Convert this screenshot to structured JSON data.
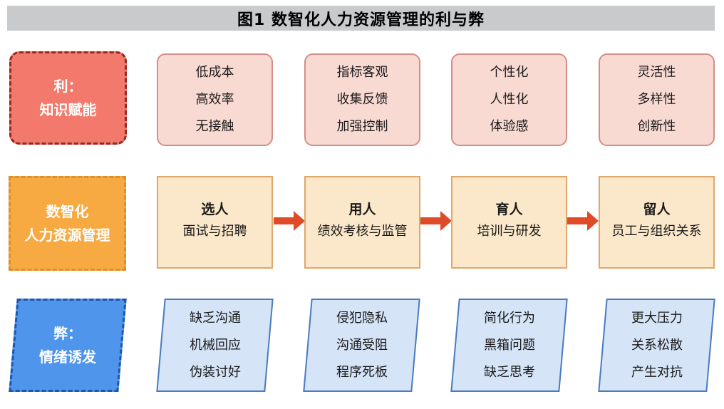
{
  "title": "图1 数智化人力资源管理的利与弊",
  "colors": {
    "title_bar_bg": "#C8CACC",
    "pros_label_bg": "#F2796B",
    "pros_label_border": "#932A20",
    "pros_box_bg": "#F9DAD3",
    "pros_box_border": "#D48E88",
    "process_label_bg": "#F7A942",
    "process_label_border": "#DB8F2E",
    "process_box_bg": "#FBE7C9",
    "process_box_border": "#E0A76B",
    "arrow": "#E04B27",
    "cons_label_bg": "#4E95EB",
    "cons_label_border": "#1E56A8",
    "cons_box_bg": "#D5E4F7",
    "cons_box_border": "#4A7BBF"
  },
  "rows": [
    {
      "id": "pros",
      "label_lines": [
        "利：",
        "知识赋能"
      ],
      "boxes": [
        {
          "lines": [
            "低成本",
            "高效率",
            "无接触"
          ]
        },
        {
          "lines": [
            "指标客观",
            "收集反馈",
            "加强控制"
          ]
        },
        {
          "lines": [
            "个性化",
            "人性化",
            "体验感"
          ]
        },
        {
          "lines": [
            "灵活性",
            "多样性",
            "创新性"
          ]
        }
      ]
    },
    {
      "id": "process",
      "label_lines": [
        "数智化",
        "人力资源管理"
      ],
      "boxes": [
        {
          "title": "选人",
          "subtitle": "面试与招聘"
        },
        {
          "title": "用人",
          "subtitle": "绩效考核与监管"
        },
        {
          "title": "育人",
          "subtitle": "培训与研发"
        },
        {
          "title": "留人",
          "subtitle": "员工与组织关系"
        }
      ]
    },
    {
      "id": "cons",
      "label_lines": [
        "弊：",
        "情绪诱发"
      ],
      "boxes": [
        {
          "lines": [
            "缺乏沟通",
            "机械回应",
            "伪装讨好"
          ]
        },
        {
          "lines": [
            "侵犯隐私",
            "沟通受阻",
            "程序死板"
          ]
        },
        {
          "lines": [
            "简化行为",
            "黑箱问题",
            "缺乏思考"
          ]
        },
        {
          "lines": [
            "更大压力",
            "关系松散",
            "产生对抗"
          ]
        }
      ]
    }
  ]
}
